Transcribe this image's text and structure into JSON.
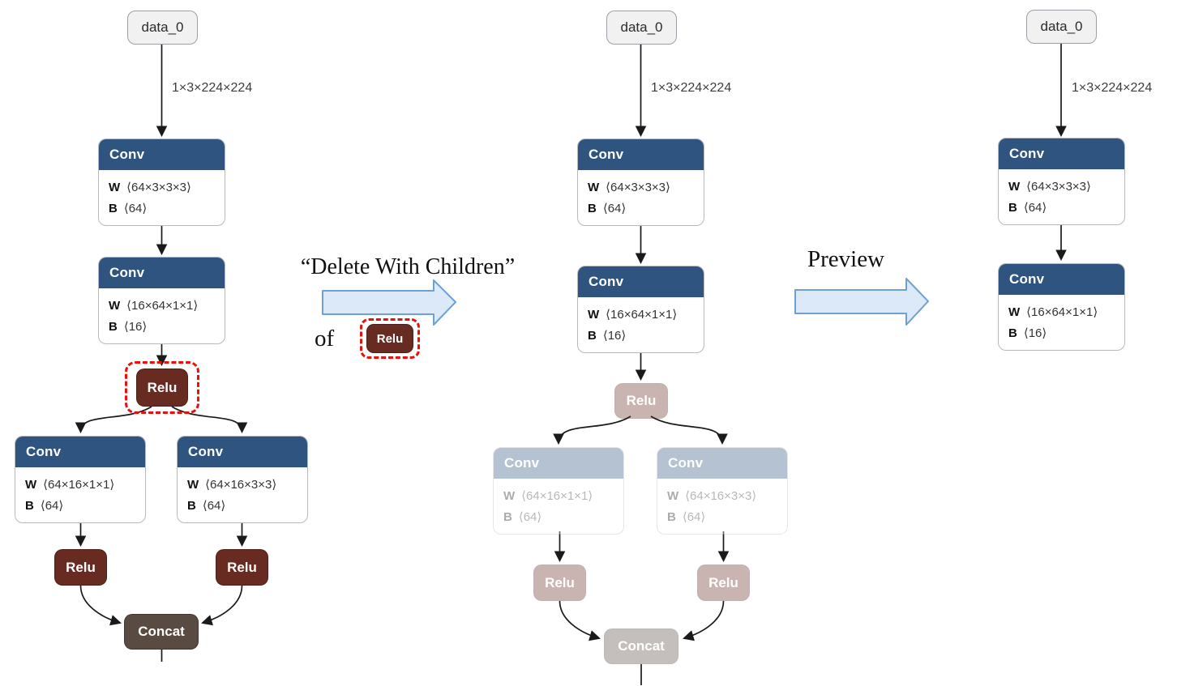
{
  "keys": {
    "w": "W",
    "b": "B"
  },
  "colors": {
    "conv_header": "#2F5480",
    "conv_header_faded": "#B8C4D8",
    "relu_node": "#682B22",
    "concat_node": "#594A42",
    "data_node_bg": "#F1F1F1",
    "node_border": "#B9B9B9",
    "edge": "#1A1A1A",
    "highlight_dashed": "#E8100C",
    "block_arrow_fill": "#DBE9F8",
    "block_arrow_stroke": "#6FA0D4"
  },
  "left_graph": {
    "data0": "data_0",
    "edge_label": "1×3×224×224",
    "conv_top": {
      "title": "Conv",
      "w": "⟨64×3×3×3⟩",
      "b": "⟨64⟩"
    },
    "conv_mid": {
      "title": "Conv",
      "w": "⟨16×64×1×1⟩",
      "b": "⟨16⟩"
    },
    "relu": "Relu",
    "conv_branch_left": {
      "title": "Conv",
      "w": "⟨64×16×1×1⟩",
      "b": "⟨64⟩"
    },
    "conv_branch_right": {
      "title": "Conv",
      "w": "⟨64×16×3×3⟩",
      "b": "⟨64⟩"
    },
    "relu_branch_left": "Relu",
    "relu_branch_right": "Relu",
    "concat": "Concat"
  },
  "middle_graph": {
    "data0": "data_0",
    "edge_label": "1×3×224×224",
    "conv_top": {
      "title": "Conv",
      "w": "⟨64×3×3×3⟩",
      "b": "⟨64⟩"
    },
    "conv_mid": {
      "title": "Conv",
      "w": "⟨16×64×1×1⟩",
      "b": "⟨16⟩"
    },
    "relu": "Relu",
    "conv_branch_left": {
      "title": "Conv",
      "w": "⟨64×16×1×1⟩",
      "b": "⟨64⟩"
    },
    "conv_branch_right": {
      "title": "Conv",
      "w": "⟨64×16×3×3⟩",
      "b": "⟨64⟩"
    },
    "relu_branch_left": "Relu",
    "relu_branch_right": "Relu",
    "concat": "Concat"
  },
  "right_graph": {
    "data0": "data_0",
    "edge_label": "1×3×224×224",
    "conv_top": {
      "title": "Conv",
      "w": "⟨64×3×3×3⟩",
      "b": "⟨64⟩"
    },
    "conv_mid": {
      "title": "Conv",
      "w": "⟨16×64×1×1⟩",
      "b": "⟨16⟩"
    }
  },
  "annotations": {
    "action_label": "“Delete With Children”",
    "of_label": "of",
    "relu_chip": "Relu",
    "preview_label": "Preview"
  }
}
